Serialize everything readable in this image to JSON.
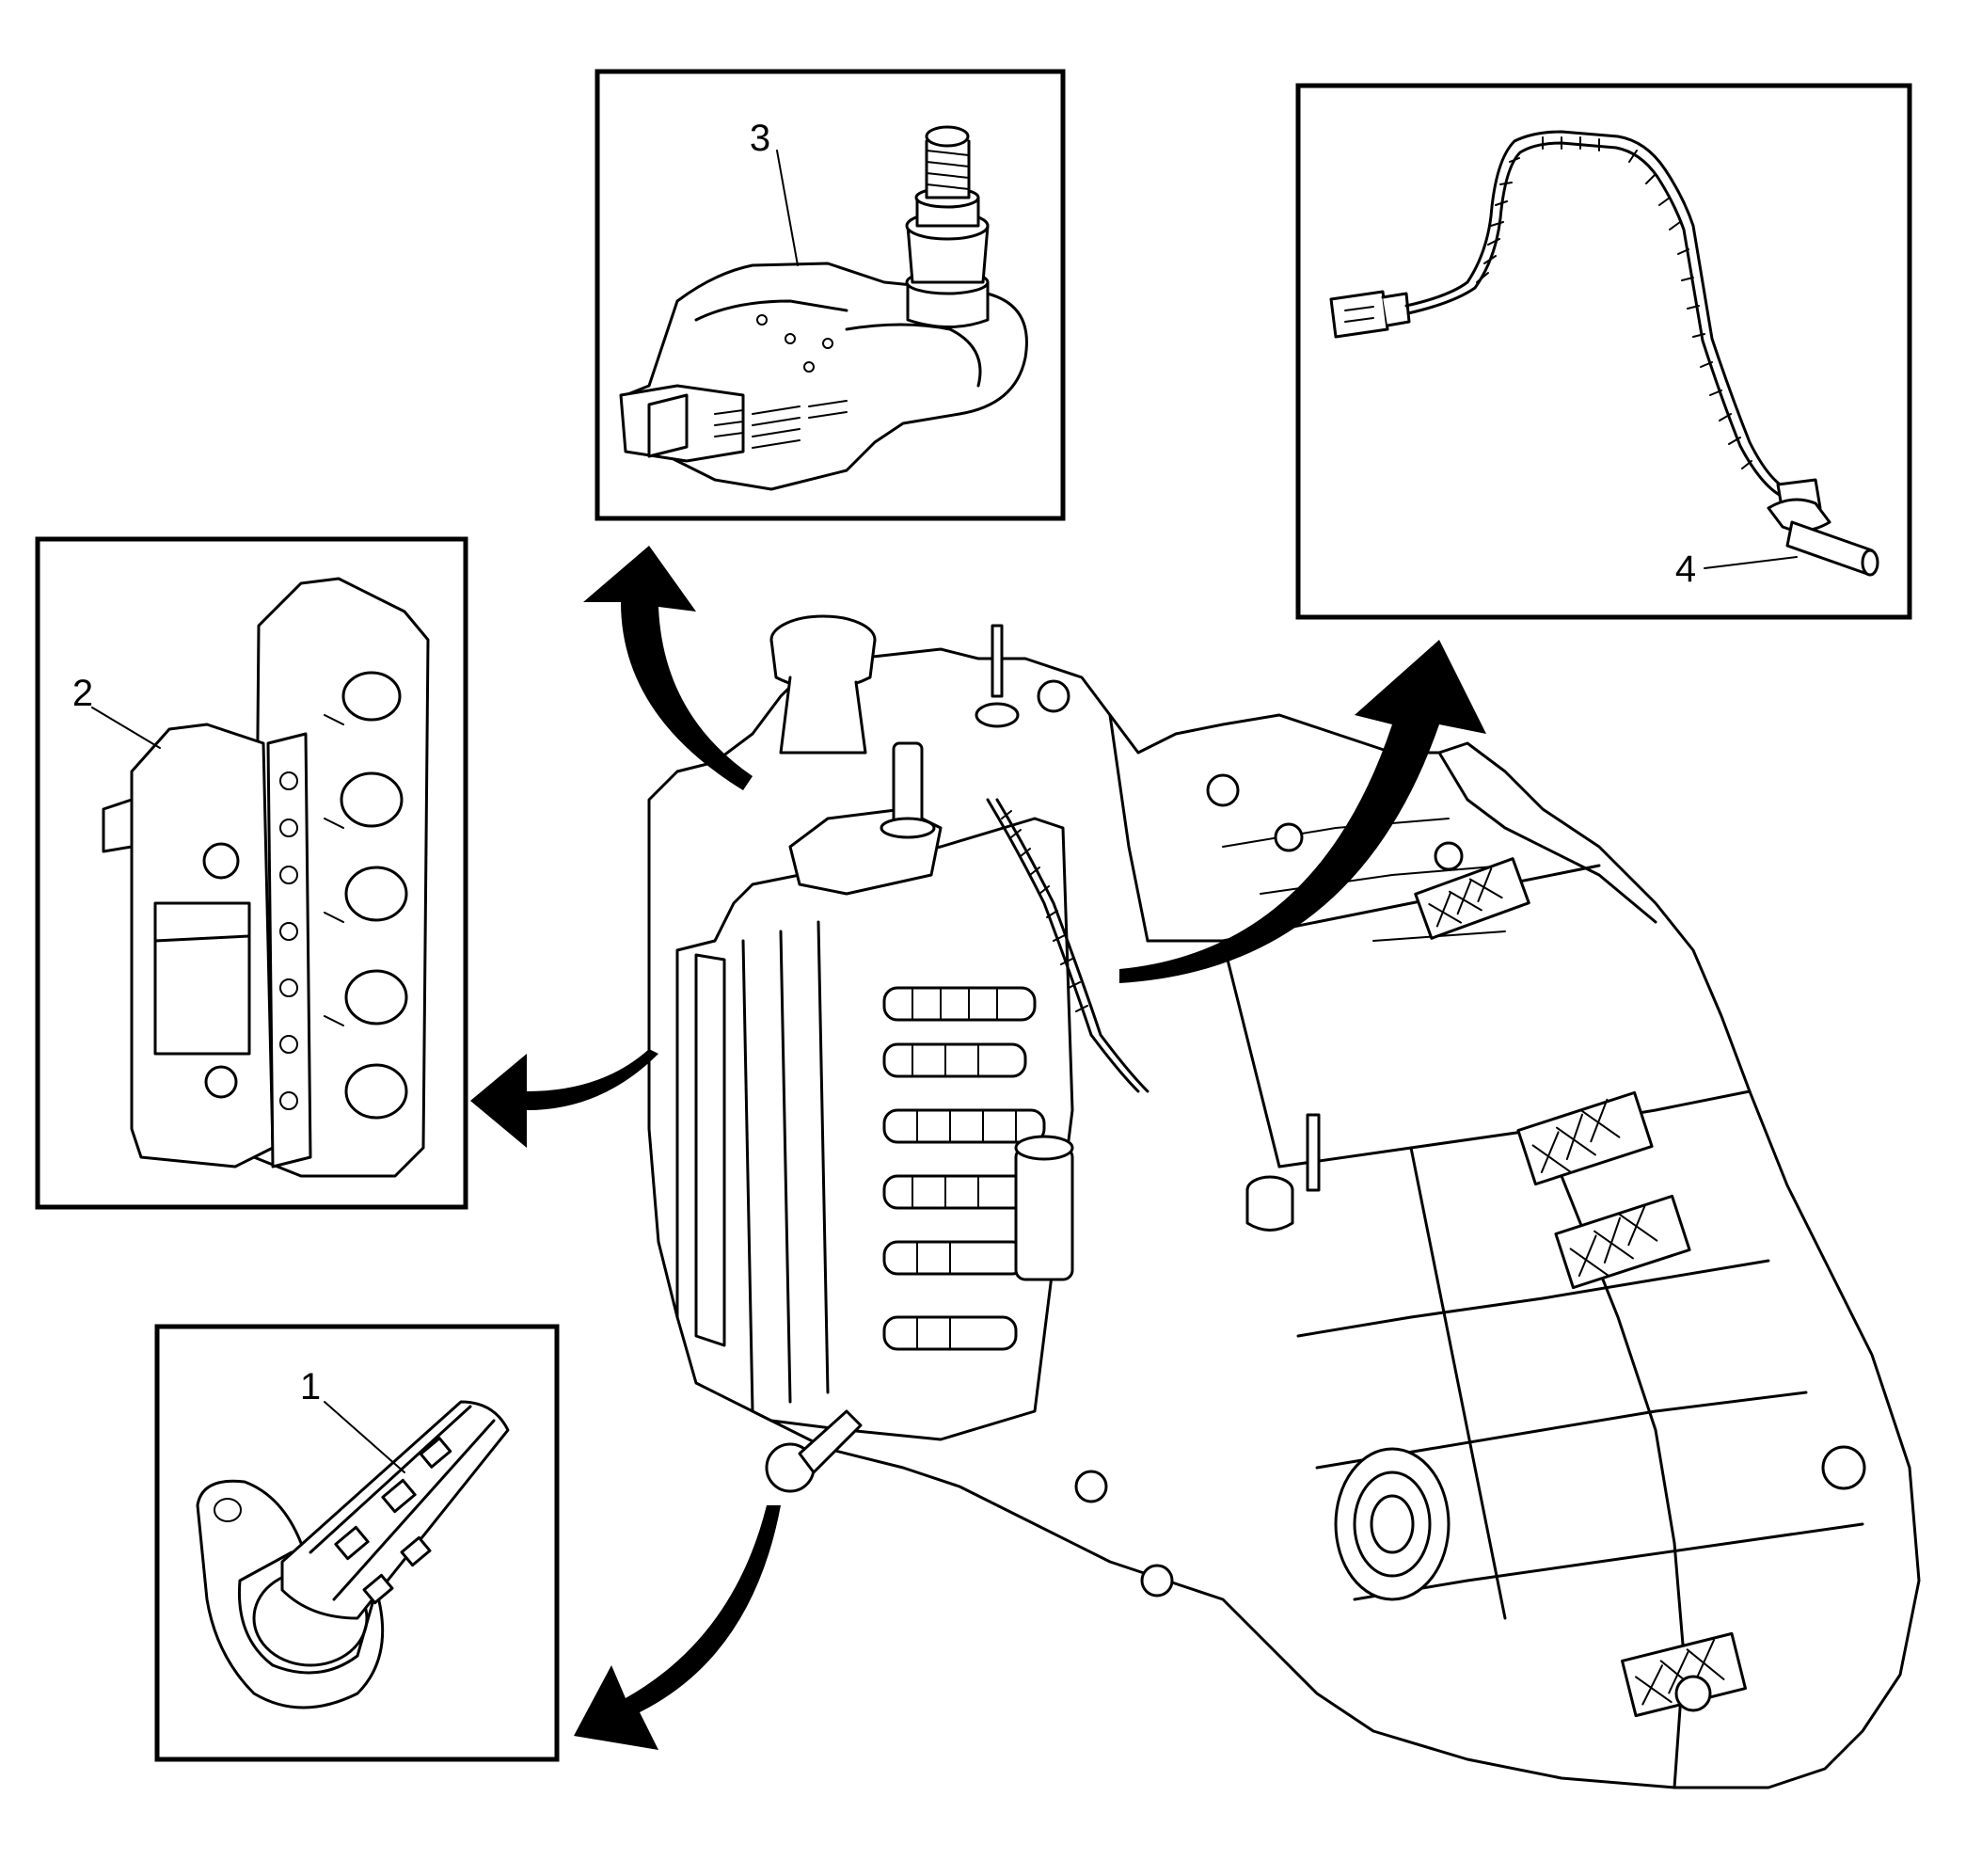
{
  "colors": {
    "line": "#000000",
    "background": "#ffffff"
  },
  "callouts": [
    {
      "id": "1",
      "label": "1",
      "part": "input-speed-sensor-icon"
    },
    {
      "id": "2",
      "label": "2",
      "part": "control-solenoid-valve-body-icon"
    },
    {
      "id": "3",
      "label": "3",
      "part": "range-switch-icon"
    },
    {
      "id": "4",
      "label": "4",
      "part": "output-speed-sensor-harness-icon"
    }
  ]
}
